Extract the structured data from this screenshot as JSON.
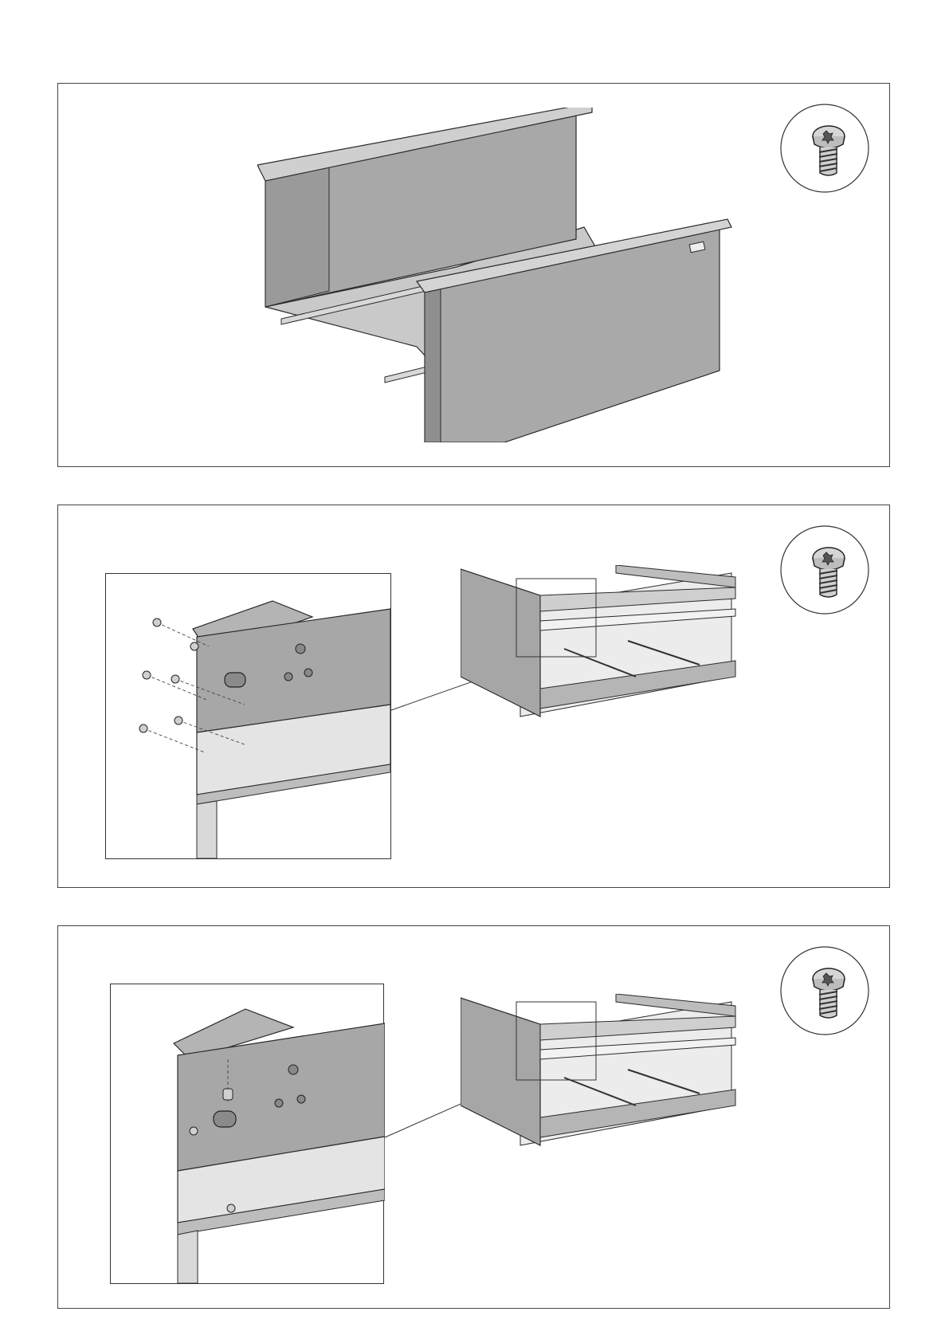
{
  "document": {
    "type": "assembly-instructions",
    "steps": [
      {
        "id": 1,
        "icon": "torx-screw-icon",
        "zoom": false
      },
      {
        "id": 2,
        "icon": "torx-screw-icon",
        "zoom": true
      },
      {
        "id": 3,
        "icon": "torx-screw-icon",
        "zoom": true
      }
    ],
    "colors": {
      "panel_fill": "#b3b3b3",
      "panel_dark": "#8e8e8e",
      "panel_light": "#d0d0d0",
      "outline": "#2a2a2a",
      "frame": "#444444"
    }
  }
}
